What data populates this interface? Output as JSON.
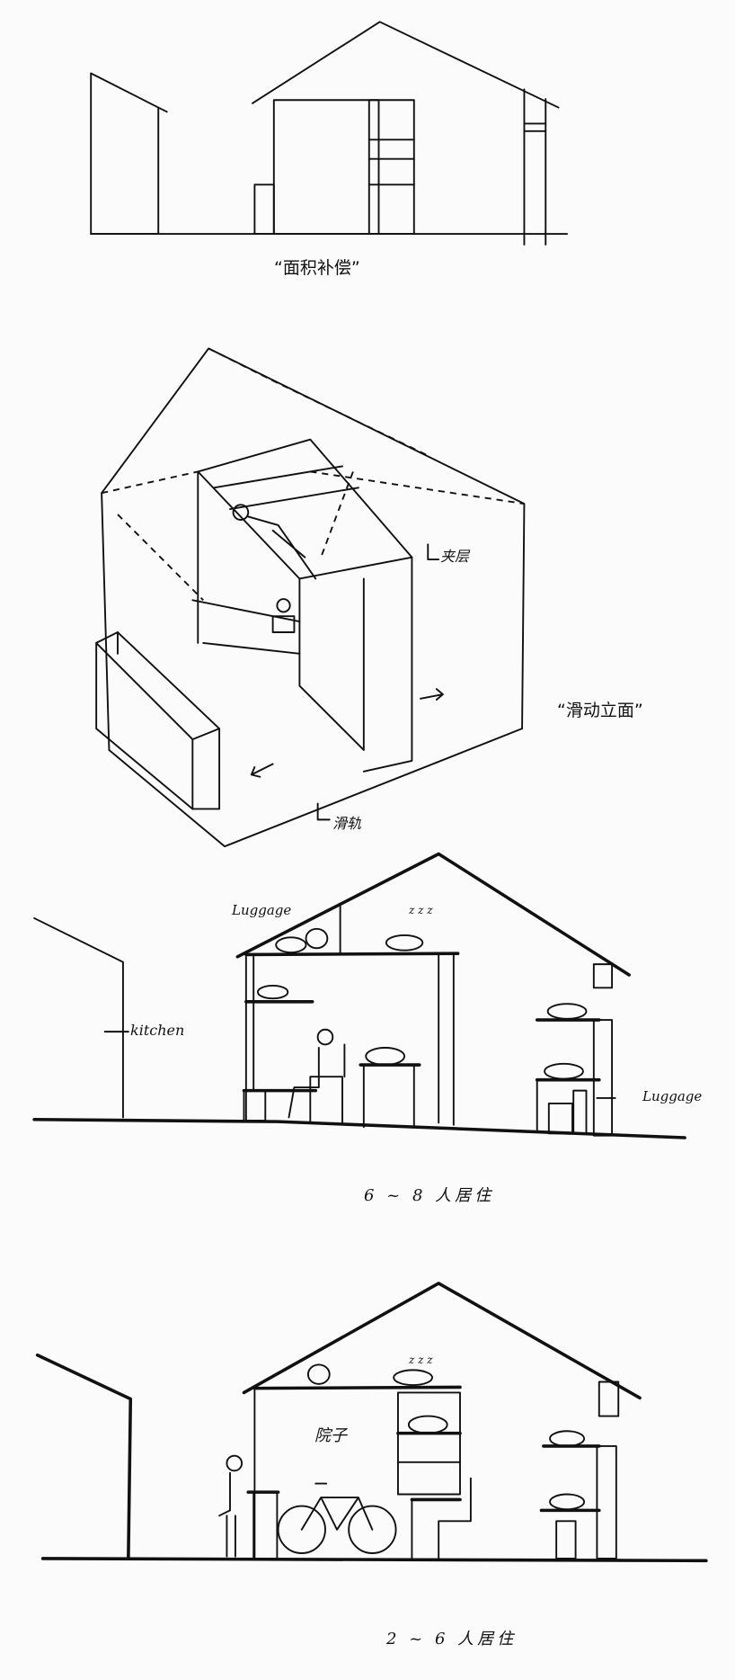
{
  "sketch_1": {
    "caption": "“面积补偿”"
  },
  "sketch_2": {
    "caption": "“滑动立面”",
    "mezzanine_label": "夹层",
    "rail_label": "滑轨"
  },
  "sketch_3": {
    "caption": "6 ~ 8 人居住",
    "kitchen_label": "kitchen",
    "luggage_label_left": "Luggage",
    "luggage_label_right": "Luggage",
    "sleep_marks": "z z z"
  },
  "sketch_4": {
    "caption": "2 ~ 6 人居住",
    "courtyard_label": "院子",
    "sleep_marks": "z z z"
  }
}
